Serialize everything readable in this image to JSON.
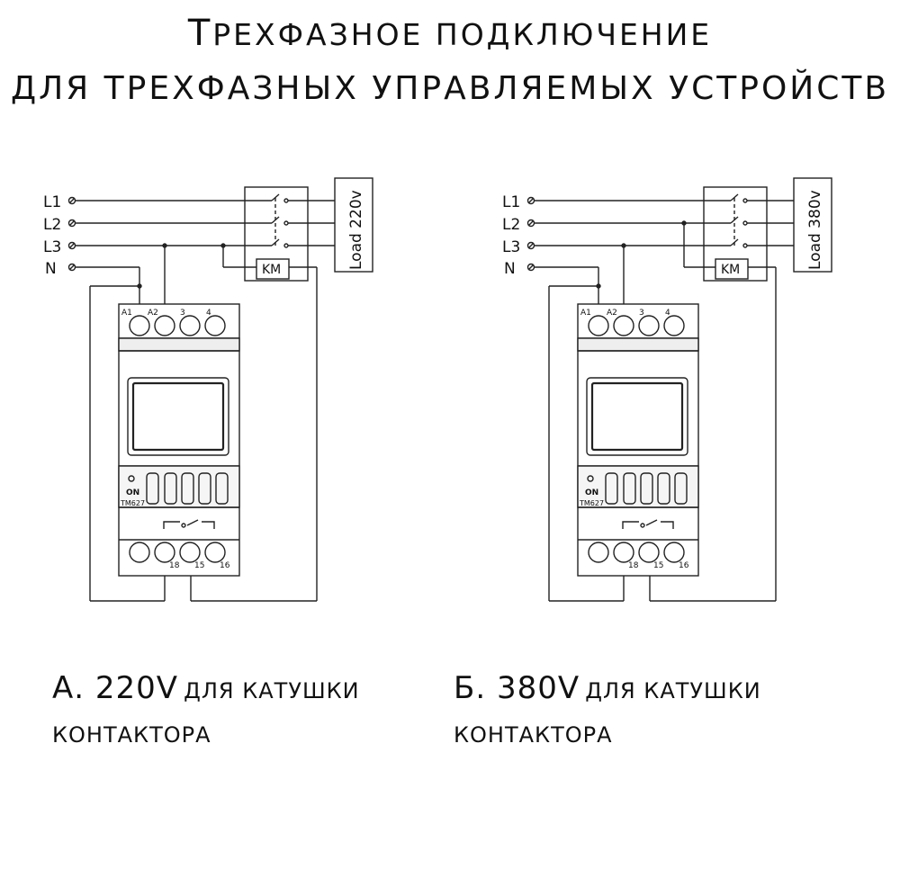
{
  "title": {
    "line1_first": "Т",
    "line1_rest": "РЕХФАЗНОЕ ПОДКЛЮЧЕНИЕ",
    "line2": "ДЛЯ ТРЕХФАЗНЫХ УПРАВЛЯЕМЫХ УСТРОЙСТВ"
  },
  "diagrams": [
    {
      "lines": [
        "L1",
        "L2",
        "L3",
        "N"
      ],
      "load_label": "Load 220v",
      "contactor_label": "KM",
      "terminals_top": [
        "A1",
        "A2",
        "3",
        "4"
      ],
      "terminals_bottom": [
        "18",
        "15",
        "16"
      ],
      "on_label": "ON",
      "device_model": "TM627",
      "caption_main": "А. 220V",
      "caption_small": "ДЛЯ КАТУШКИ",
      "caption_line2": "КОНТАКТОРА"
    },
    {
      "lines": [
        "L1",
        "L2",
        "L3",
        "N"
      ],
      "load_label": "Load 380v",
      "contactor_label": "KM",
      "terminals_top": [
        "A1",
        "A2",
        "3",
        "4"
      ],
      "terminals_bottom": [
        "18",
        "15",
        "16"
      ],
      "on_label": "ON",
      "device_model": "TM627",
      "caption_main": "Б. 380V",
      "caption_small": "ДЛЯ КАТУШКИ",
      "caption_line2": "КОНТАКТОРА"
    }
  ]
}
